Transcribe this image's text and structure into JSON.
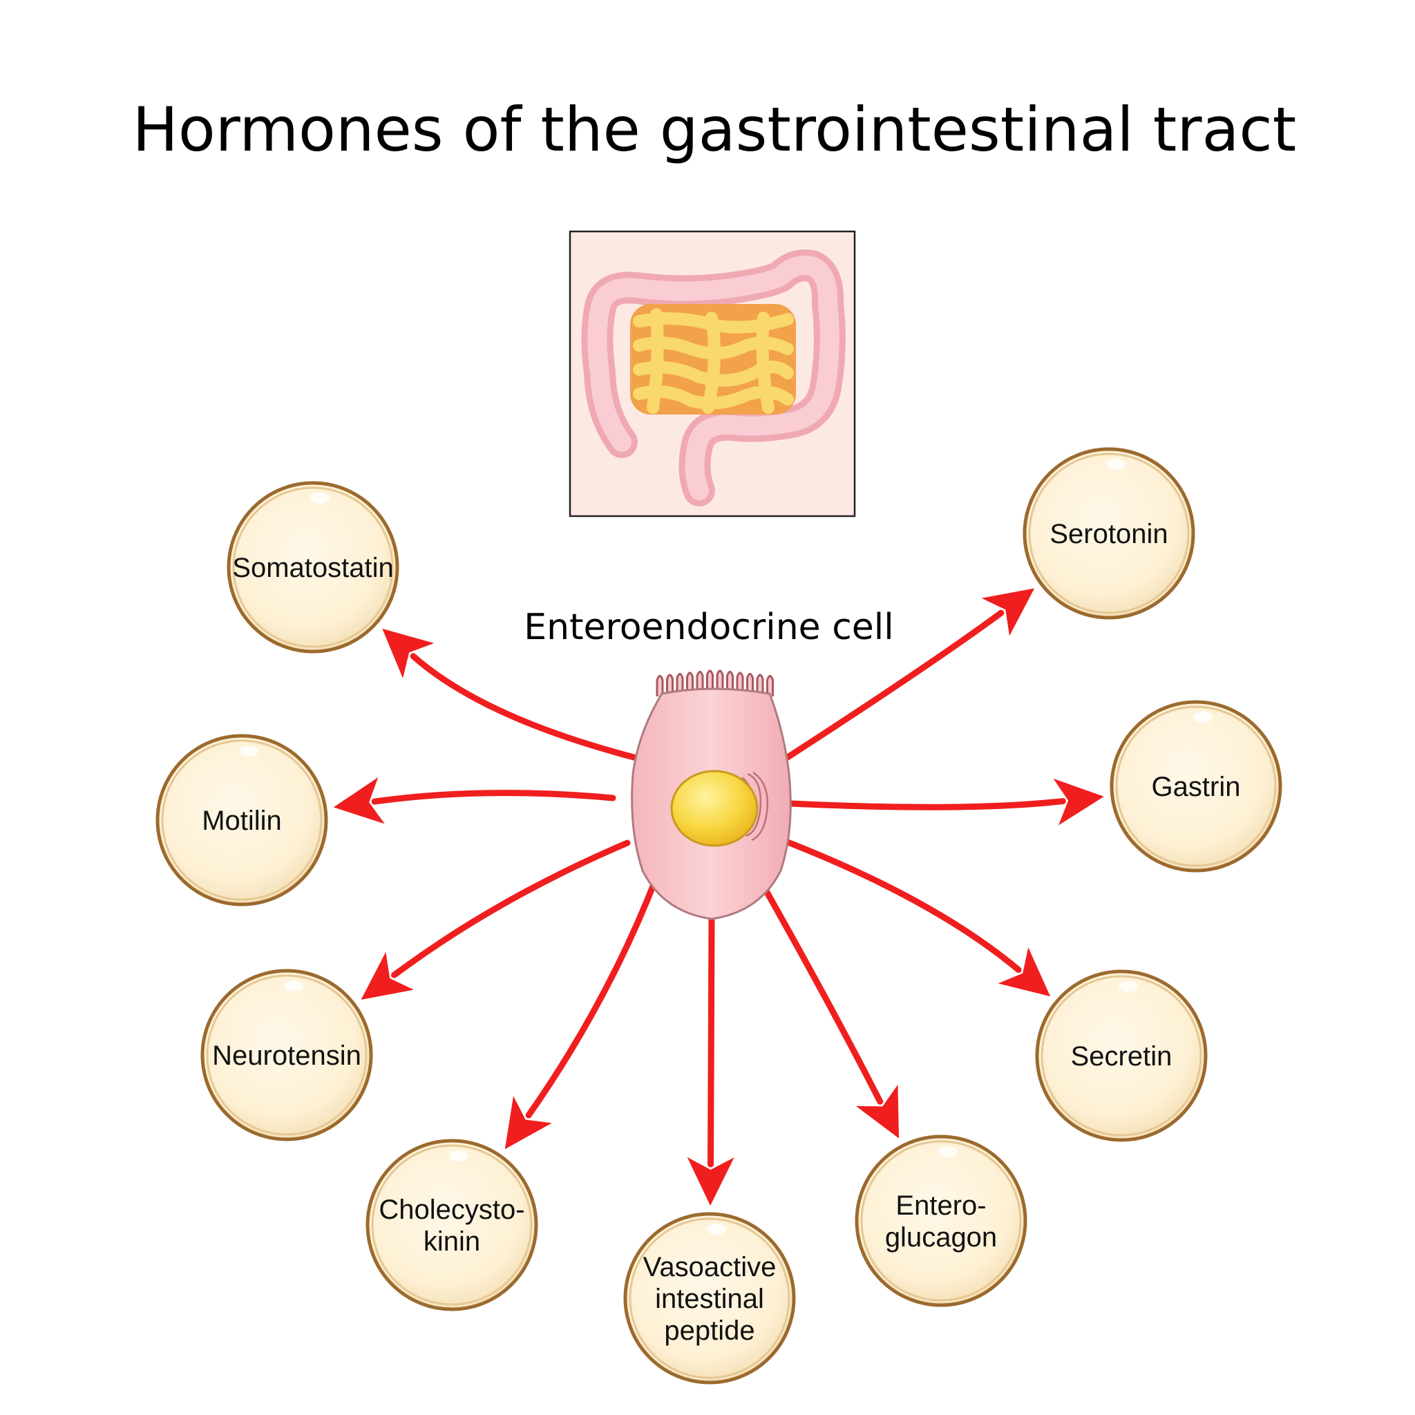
{
  "title": "Hormones of the gastrointestinal tract",
  "cell_label": "Enteroendocrine cell",
  "colors": {
    "arrow": "#f01e1e",
    "circle_fill": "#fdf0d4",
    "circle_stroke": "#9c6a2e",
    "cell_fill": "#f7c2c6",
    "cell_stroke": "#c78f8f",
    "nucleus": "#f5cc3a",
    "intestine_panel": "#fde9e3",
    "large_intestine": "#f4b4bd",
    "small_intestine": "#f7d16a"
  },
  "hormones": [
    {
      "id": "somatostatin",
      "lines": [
        "Somatostatin"
      ]
    },
    {
      "id": "motilin",
      "lines": [
        "Motilin"
      ]
    },
    {
      "id": "neurotensin",
      "lines": [
        "Neurotensin"
      ]
    },
    {
      "id": "cholecystokinin",
      "lines": [
        "Cholecysto-",
        "kinin"
      ]
    },
    {
      "id": "vasoactive-intestinal-peptide",
      "lines": [
        "Vasoactive",
        "intestinal",
        "peptide"
      ]
    },
    {
      "id": "enteroglucagon",
      "lines": [
        "Entero-",
        "glucagon"
      ]
    },
    {
      "id": "secretin",
      "lines": [
        "Secretin"
      ]
    },
    {
      "id": "gastrin",
      "lines": [
        "Gastrin"
      ]
    },
    {
      "id": "serotonin",
      "lines": [
        "Serotonin"
      ]
    }
  ]
}
